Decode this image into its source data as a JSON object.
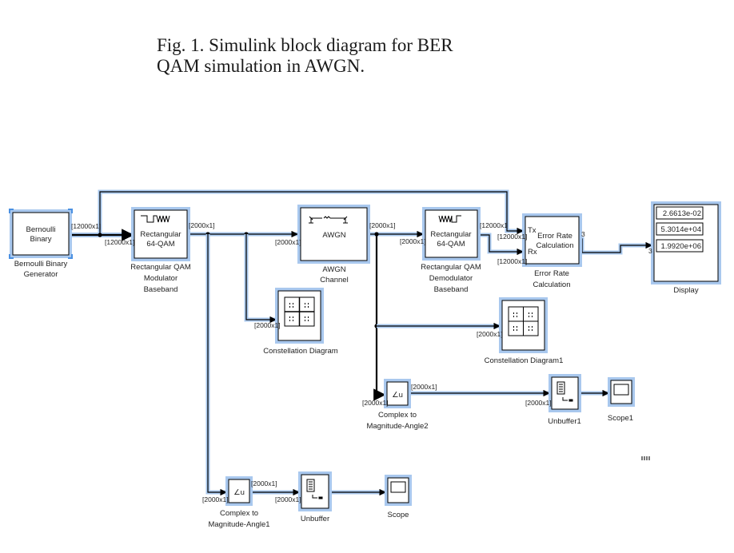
{
  "caption": {
    "line1": "Fig. 1. Simulink block diagram for BER",
    "line2": "QAM simulation in AWGN."
  },
  "colors": {
    "wire": "#000000",
    "highlight": "#a9c8ee",
    "selection_handle": "#4a90e2",
    "block_border": "#000000",
    "block_fill": "#ffffff"
  },
  "blocks": {
    "bernoulli": {
      "text": [
        "Bernoulli",
        "Binary"
      ],
      "label": [
        "Bernoulli Binary",
        "Generator"
      ],
      "icon": "none"
    },
    "modulator": {
      "text": [
        "Rectangular",
        "64-QAM"
      ],
      "label": [
        "Rectangular QAM",
        "Modulator",
        "Baseband"
      ],
      "icon": "square-to-sine-wave-icon"
    },
    "awgn": {
      "text": [
        "AWGN"
      ],
      "label": [
        "AWGN",
        "Channel"
      ],
      "icon": "antenna-noise-icon"
    },
    "demodulator": {
      "text": [
        "Rectangular",
        "64-QAM"
      ],
      "label": [
        "Rectangular QAM",
        "Demodulator",
        "Baseband"
      ],
      "icon": "sine-to-square-wave-icon"
    },
    "error_rate": {
      "text": [
        "Error Rate",
        "Calculation"
      ],
      "label": [
        "Error Rate",
        "Calculation"
      ],
      "ports": [
        "Tx",
        "Rx"
      ],
      "out_port": "3"
    },
    "display": {
      "label": [
        "Display"
      ],
      "values": [
        "2.6613e-02",
        "5.3014e+04",
        "1.9920e+06"
      ],
      "in_port": "3"
    },
    "constellation": {
      "label": [
        "Constellation Diagram"
      ],
      "icon": "constellation-icon"
    },
    "constellation1": {
      "label": [
        "Constellation Diagram1"
      ],
      "icon": "constellation-icon"
    },
    "c2ma2": {
      "text": [
        "∠u"
      ],
      "label": [
        "Complex to",
        "Magnitude-Angle2"
      ]
    },
    "unbuffer1": {
      "label": [
        "Unbuffer1"
      ],
      "icon": "unbuffer-icon"
    },
    "scope1": {
      "label": [
        "Scope1"
      ],
      "icon": "scope-icon"
    },
    "c2ma1": {
      "text": [
        "∠u"
      ],
      "label": [
        "Complex to",
        "Magnitude-Angle1"
      ]
    },
    "unbuffer": {
      "label": [
        "Unbuffer"
      ],
      "icon": "unbuffer-icon"
    },
    "scope": {
      "label": [
        "Scope"
      ],
      "icon": "scope-icon"
    }
  },
  "signals": {
    "bern_out": "[12000x1]",
    "mod_in": "[12000x1]",
    "mod_out": "[2000x1]",
    "awgn_in": "[2000x1]",
    "awgn_out": "[2000x1]",
    "demod_in": "[2000x1]",
    "demod_out": "[12000x1",
    "tx_in": "[12000x1]",
    "rx_in": "[12000x1]",
    "const_in": "[2000x1]",
    "const1_in": "[2000x1]",
    "c2ma2_in": "[2000x1]",
    "c2ma2_out": "[2000x1]",
    "unbuf1_in": "[2000x1]",
    "c2ma1_in": "[2000x1]",
    "c2ma1_out": "[2000x1]",
    "unbuf_in": "[2000x1]"
  }
}
